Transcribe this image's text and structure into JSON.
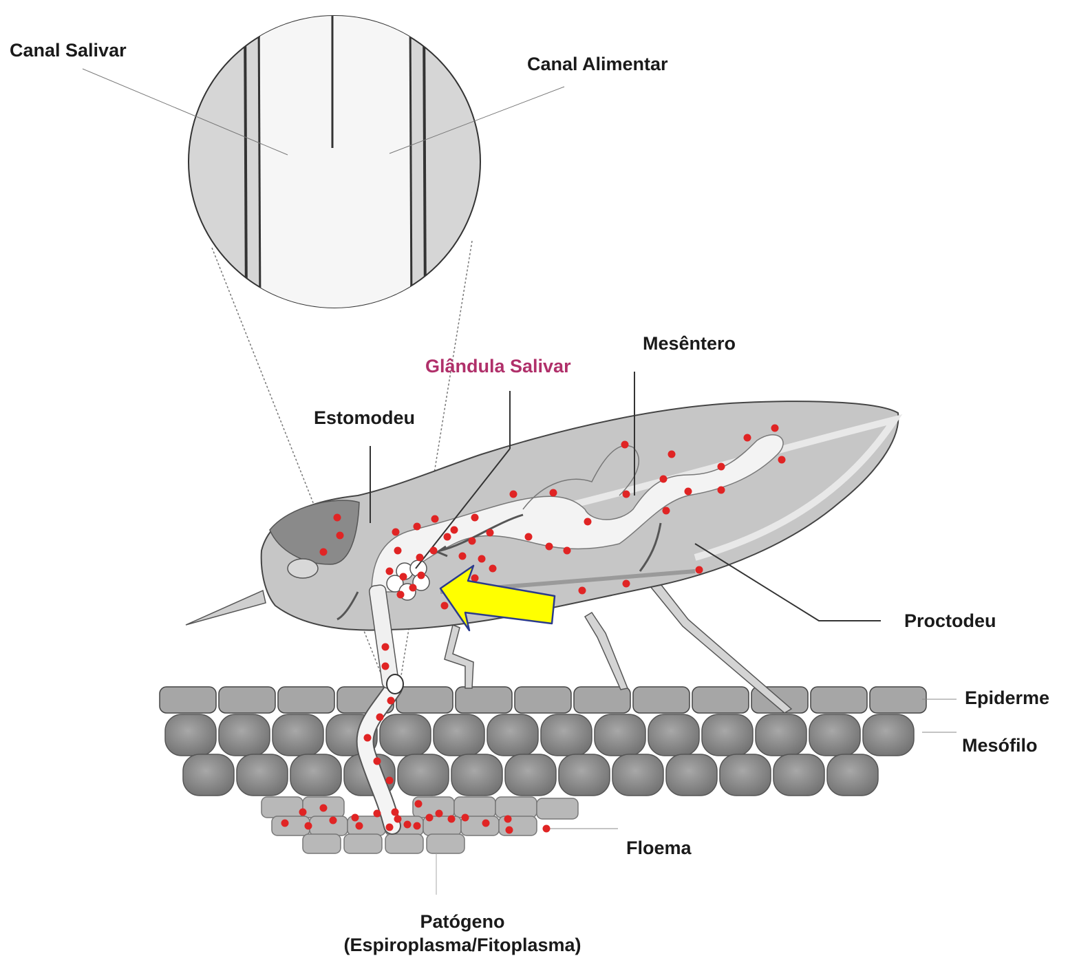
{
  "labels": {
    "canal_salivar": "Canal Salivar",
    "canal_alimentar": "Canal Alimentar",
    "mesentero": "Mesêntero",
    "glandula_salivar": "Glândula Salivar",
    "estomodeu": "Estomodeu",
    "proctodeu": "Proctodeu",
    "epiderme": "Epiderme",
    "mesofilo": "Mesófilo",
    "floema": "Floema",
    "patogeno_line1": "Patógeno",
    "patogeno_line2": "(Espiroplasma/Fitoplasma)"
  },
  "colors": {
    "pathogen_dot": "#e02424",
    "highlight_arrow": "#ffff00",
    "highlight_arrow_outline": "#2a3a8c",
    "accent_label": "#b0306a",
    "insect_body": "#c8c8c8",
    "gut": "#f4f4f4",
    "plant_cell": "#8a8a8a"
  }
}
